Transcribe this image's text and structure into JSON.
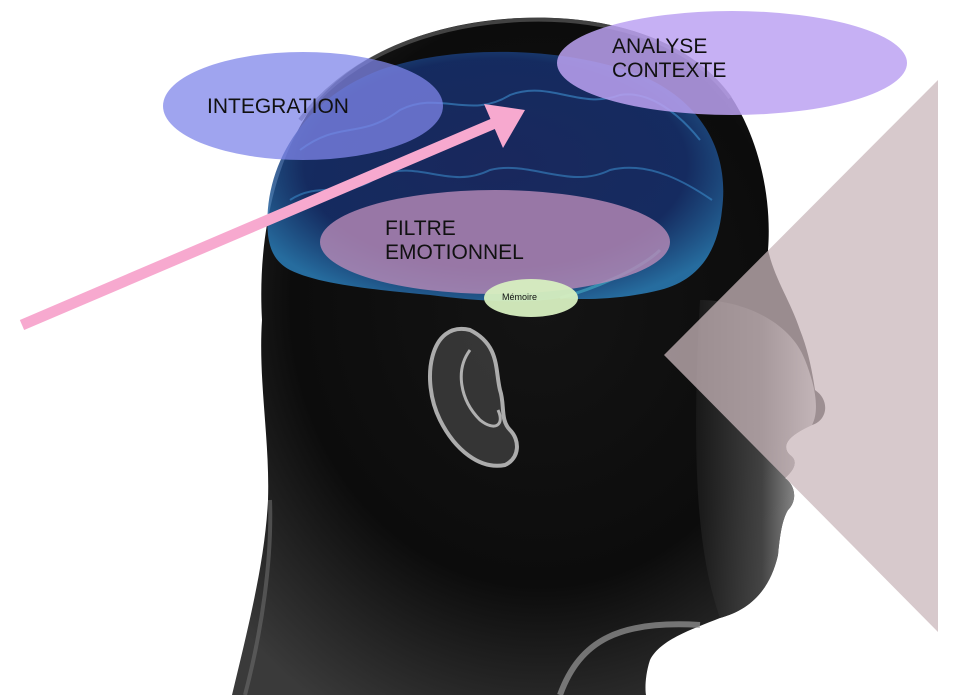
{
  "labels": {
    "integration": "INTEGRATION",
    "analyse_line1": "ANALYSE",
    "analyse_line2": "CONTEXTE",
    "filtre_line1": "FILTRE",
    "filtre_line2": "EMOTIONNEL",
    "memoire": "Mémoire"
  },
  "colors": {
    "background": "#ffffff",
    "integration_fill": "#7f86ea",
    "analyse_fill": "#bca2f2",
    "filtre_fill": "#b98bb8",
    "memoire_fill": "#d7efc0",
    "arrow": "#f7a9cf",
    "vision_cone": "#c9b7bb",
    "head": "#0a0a0a",
    "brain_glow": "#2e72ad"
  },
  "icons": {
    "head": "human-head-profile",
    "brain": "brain",
    "arrow": "input-arrow",
    "cone": "vision-cone"
  }
}
